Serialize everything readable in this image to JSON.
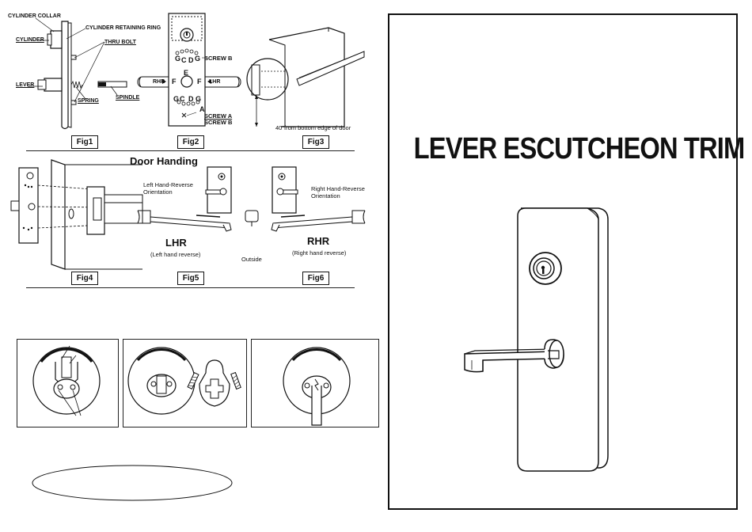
{
  "fig1": {
    "label": "Fig1",
    "cylinder_collar": "CYLINDER COLLAR",
    "cylinder": "CYLINDER",
    "retaining_ring": "CYLINDER RETAINING RING",
    "thru_bolt": "THRU BOLT",
    "lever": "LEVER",
    "spring": "SPRING",
    "spindle": "SPINDLE"
  },
  "fig2": {
    "label": "Fig2",
    "screw_b_top": "SCREW B",
    "screw_a": "SCREW A",
    "screw_b_bottom": "SCREW B",
    "g1": "G",
    "c1": "C",
    "d1": "D",
    "g2": "G",
    "e": "E",
    "f_left": "F",
    "f_right": "F",
    "rhr": "RHR",
    "lhr": "LHR",
    "g3": "G",
    "c2": "C",
    "d2": "D",
    "g4": "G",
    "a": "A"
  },
  "fig3": {
    "label": "Fig3",
    "note": "40\"from bottom edge of door"
  },
  "handing": {
    "title": "Door Handing",
    "lhr_orientation": "Left Hand-Reverse\nOrientation",
    "rhr_orientation": "Right Hand-Reverse\nOrientation",
    "lhr": "LHR",
    "lhr_sub": "(Left hand reverse)",
    "rhr": "RHR",
    "rhr_sub": "(Right hand reverse)",
    "outside": "Outside"
  },
  "fig4": {
    "label": "Fig4"
  },
  "fig5": {
    "label": "Fig5"
  },
  "fig6": {
    "label": "Fig6"
  },
  "cover": {
    "title": "LEVER ESCUTCHEON TRIM"
  }
}
